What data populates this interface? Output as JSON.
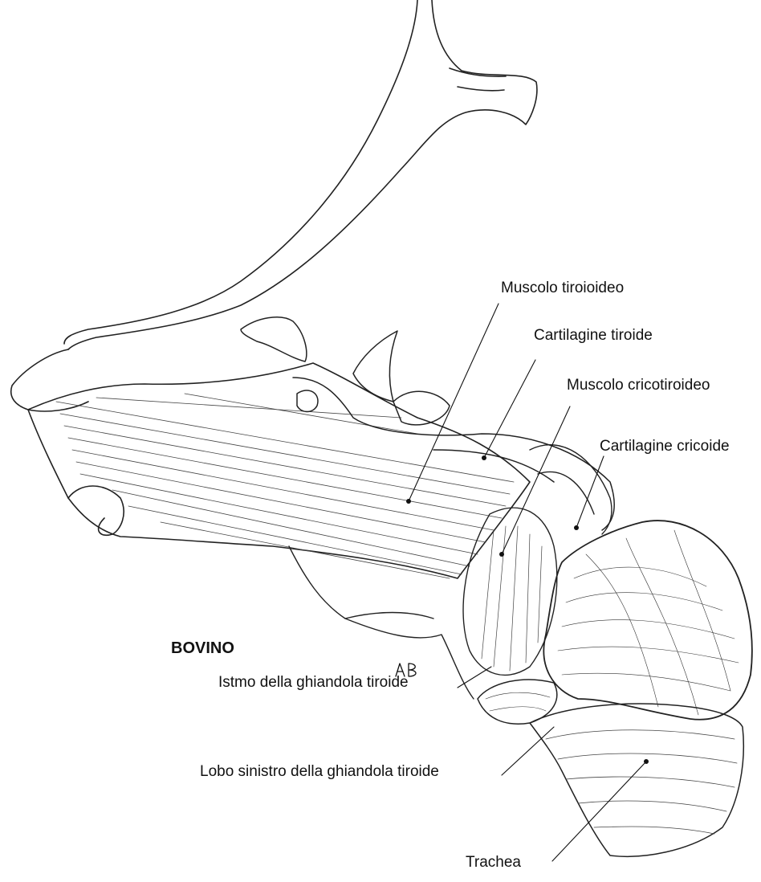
{
  "diagram": {
    "title": "BOVINO",
    "labels": {
      "muscolo_tiroioideo": "Muscolo tiroioideo",
      "cartilagine_tiroide": "Cartilagine tiroide",
      "muscolo_cricotiroideo": "Muscolo cricotiroideo",
      "cartilagine_cricoide": "Cartilagine cricoide",
      "istmo": "Istmo della ghiandola tiroide",
      "lobo_sinistro": "Lobo sinistro della ghiandola tiroide",
      "trachea": "Trachea"
    },
    "signature": "A.B",
    "colors": {
      "ink": "#111111",
      "background": "#ffffff"
    }
  }
}
